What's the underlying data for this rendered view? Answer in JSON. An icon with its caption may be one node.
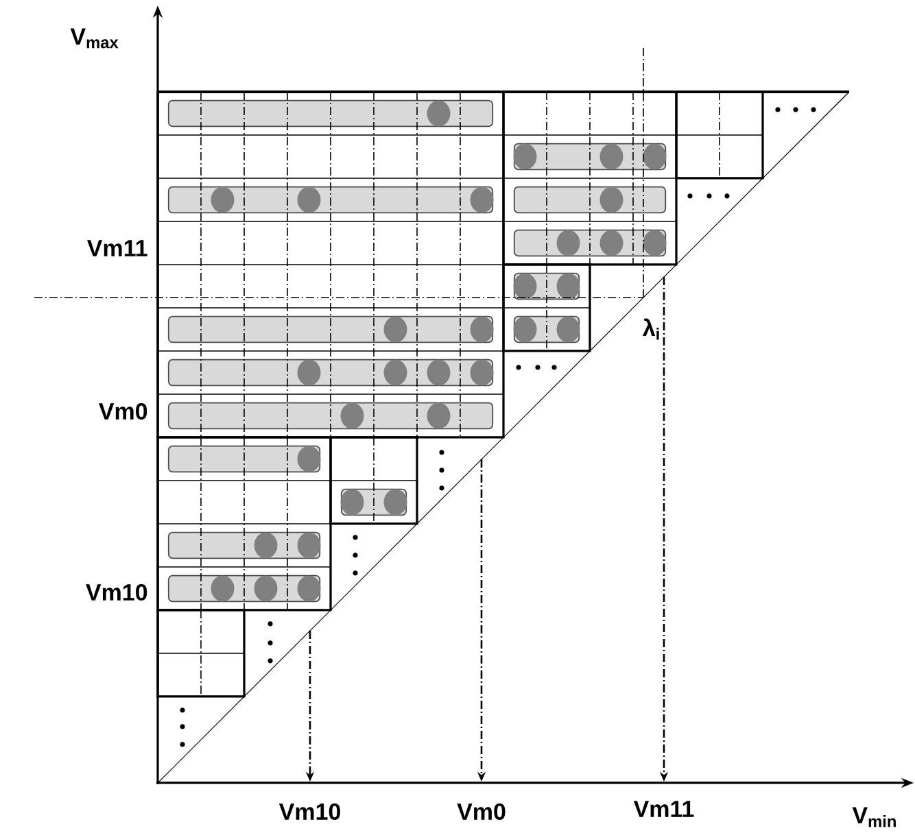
{
  "diagram": {
    "labels": [
      "V$_{max}$",
      "Vm11",
      "λ$_{i}$",
      "Vm0",
      "Vm10",
      "Vm10",
      "Vm0",
      "Vm11",
      "V$_{min}$"
    ]
  }
}
